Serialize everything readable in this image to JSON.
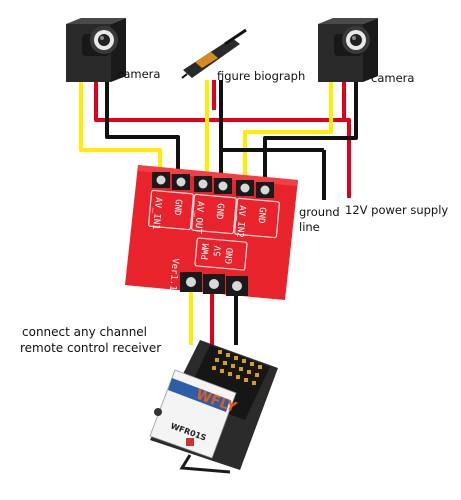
{
  "labels": {
    "camera_left": "camera",
    "figure_biograph": "figure biograph",
    "camera_right": "camera",
    "ground_line_1": "ground",
    "ground_line_2": "line",
    "power_supply": "12V power supply",
    "receiver_1": "connect any channel",
    "receiver_2": "remote control receiver"
  },
  "board": {
    "pins": [
      "AV_IN1",
      "GND",
      "AV_OUT",
      "GND",
      "AV_IN2",
      "GND"
    ],
    "bottom_pins": [
      "PWM",
      "5V",
      "GND"
    ],
    "name": "Ver1.1"
  },
  "receiver": {
    "brand": "WFLY",
    "model": "WFR01S"
  },
  "colors": {
    "wire_red": "#e0001b",
    "wire_yellow": "#ffee00",
    "wire_black": "#111111",
    "board_red": "#e8232b"
  }
}
